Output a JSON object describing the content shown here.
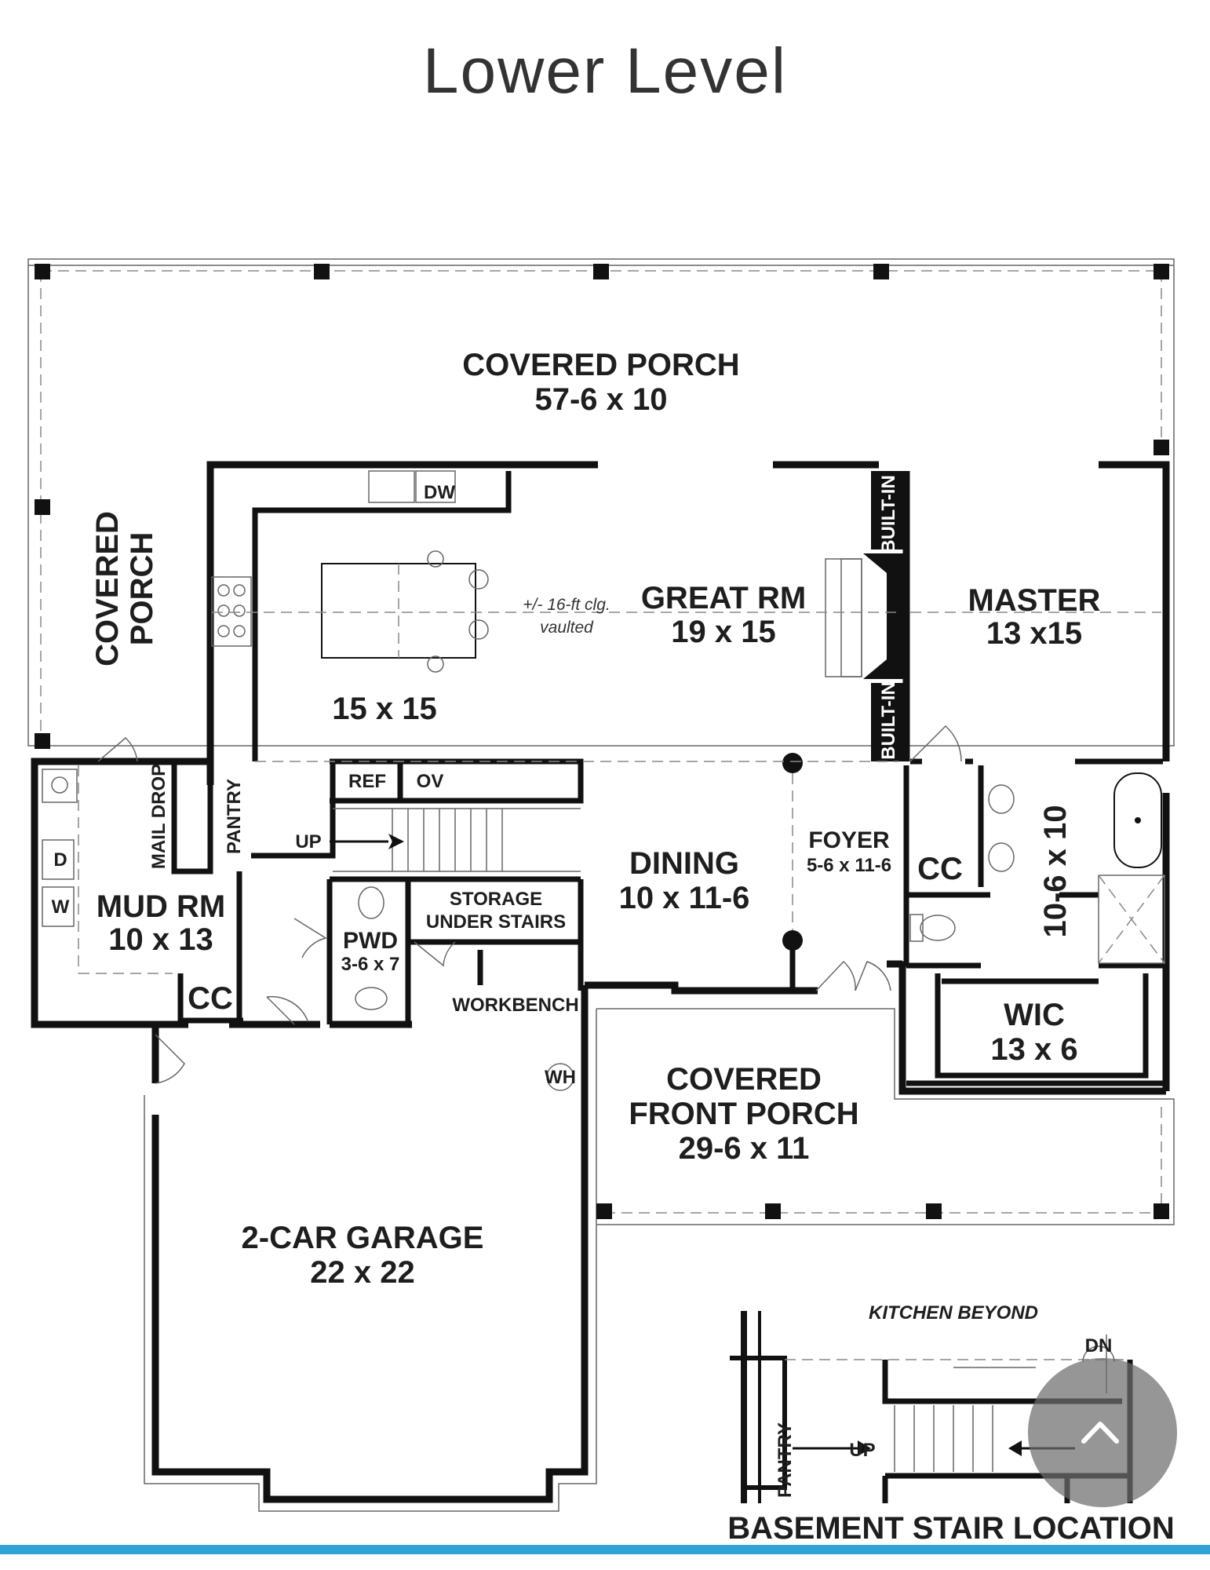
{
  "title": "Lower Level",
  "rooms": {
    "covered_porch_top": {
      "name": "COVERED PORCH",
      "size": "57-6 x 10"
    },
    "covered_porch_side": {
      "line1": "COVERED",
      "line2": "PORCH"
    },
    "great_rm": {
      "name": "GREAT RM",
      "size": "19 x 15"
    },
    "kitchen": {
      "size": "15 x 15"
    },
    "ceiling_note": {
      "line1": "+/- 16-ft clg.",
      "line2": "vaulted"
    },
    "master": {
      "name": "MASTER",
      "size": "13 x15"
    },
    "dining": {
      "name": "DINING",
      "size": "10 x 11-6"
    },
    "foyer": {
      "name": "FOYER",
      "size": "5-6 x 11-6"
    },
    "mud_rm": {
      "name": "MUD RM",
      "size": "10 x 13"
    },
    "pwd": {
      "name": "PWD",
      "size": "3-6 x 7"
    },
    "storage": {
      "line1": "STORAGE",
      "line2": "UNDER STAIRS"
    },
    "workbench": "WORKBENCH",
    "wh": "WH",
    "front_porch": {
      "line1": "COVERED",
      "line2": "FRONT PORCH",
      "size": "29-6 x 11"
    },
    "garage": {
      "name": "2-CAR GARAGE",
      "size": "22 x 22"
    },
    "wic": {
      "name": "WIC",
      "size": "13 x 6"
    },
    "bath": {
      "size": "10-6 x 10"
    }
  },
  "fixtures": {
    "dw": "DW",
    "ref": "REF",
    "ov": "OV",
    "built_in_top": "BUILT-IN",
    "built_in_bottom": "BUILT-IN",
    "mail_drop": "MAIL DROP",
    "pantry": "PANTRY",
    "up": "UP",
    "dryer": "D",
    "washer": "W",
    "cc_mud": "CC",
    "cc_master": "CC"
  },
  "inset": {
    "kitchen_beyond": "KITCHEN BEYOND",
    "pantry": "PANTRY",
    "up": "UP",
    "dn": "DN",
    "caption": "BASEMENT STAIR LOCATION"
  },
  "icons": {
    "scroll_top": "chevron-up-icon"
  },
  "colors": {
    "walls": "#111111",
    "accent_bar": "#2fa3d7",
    "overlay_button": "#6e6e6e"
  }
}
